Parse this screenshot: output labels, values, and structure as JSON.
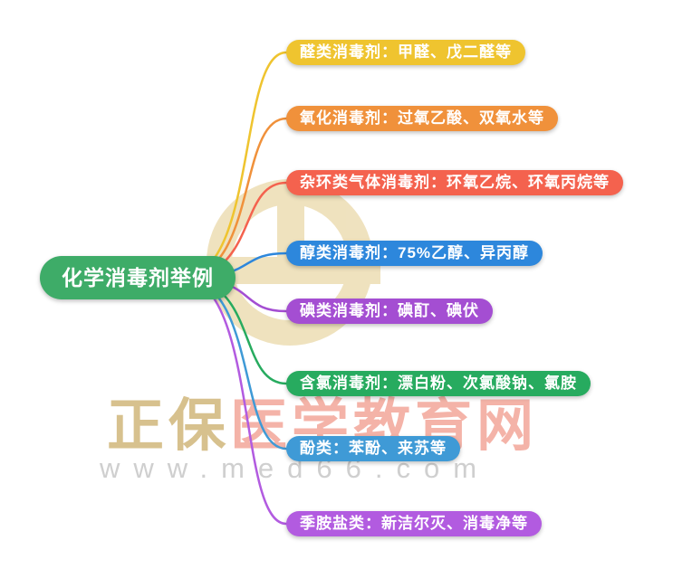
{
  "root": {
    "label": "化学消毒剂举例",
    "color": "#3EAC68"
  },
  "branches": [
    {
      "label": "醛类消毒剂：甲醛、戊二醛等",
      "color": "#EFC42F"
    },
    {
      "label": "氧化消毒剂：过氧乙酸、双氧水等",
      "color": "#F0913B"
    },
    {
      "label": "杂环类气体消毒剂：环氧乙烷、环氧丙烷等",
      "color": "#F4624E"
    },
    {
      "label": "醇类消毒剂：75%乙醇、异丙醇",
      "color": "#2D87DC"
    },
    {
      "label": "碘类消毒剂：碘酊、碘伏",
      "color": "#A44ED2"
    },
    {
      "label": "含氯消毒剂：漂白粉、次氯酸钠、氯胺",
      "color": "#27AB5F"
    },
    {
      "label": "酚类：苯酚、来苏等",
      "color": "#3F9AD6"
    },
    {
      "label": "季胺盐类：新洁尔灭、消毒净等",
      "color": "#B25BE0"
    }
  ],
  "watermark": {
    "brand_left": "正保",
    "brand_right": "医学教育网",
    "url": "www.med66.com"
  }
}
